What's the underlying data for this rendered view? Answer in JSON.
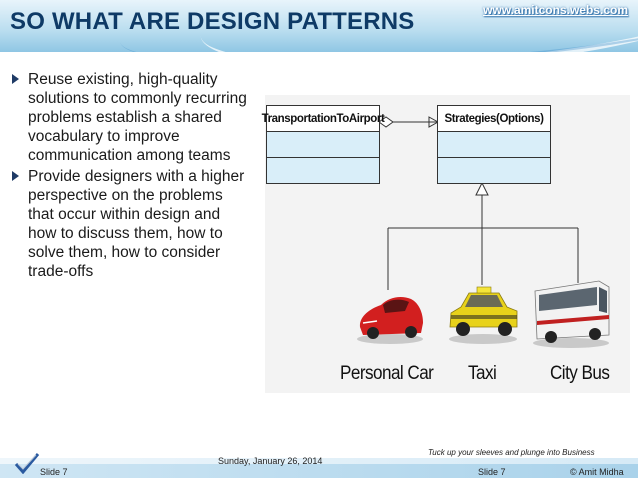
{
  "header": {
    "title": "SO WHAT ARE DESIGN PATTERNS",
    "site": "www.amitcons.webs.com"
  },
  "bullets": [
    "Reuse existing, high-quality solutions to commonly recurring problems establish a shared vocabulary to improve communication among teams",
    "Provide designers with a higher perspective on the problems that occur within design and how to discuss them, how to solve them, how to consider trade-offs"
  ],
  "diagram": {
    "class_a": "TransportationToAirport",
    "class_b": "Strategies(Options)",
    "vehicles": [
      "Personal Car",
      "Taxi",
      "City Bus"
    ]
  },
  "footer": {
    "tagline": "Tuck up your sleeves and plunge into Business",
    "date": "Sunday, January 26, 2014",
    "slide_left": "Slide 7",
    "slide_right": "Slide 7",
    "copyright": "© Amit Midha"
  },
  "colors": {
    "title": "#0e3a66",
    "class_fill": "#d9eef9",
    "car": "#d21f1f",
    "taxi": "#e8d21a"
  }
}
